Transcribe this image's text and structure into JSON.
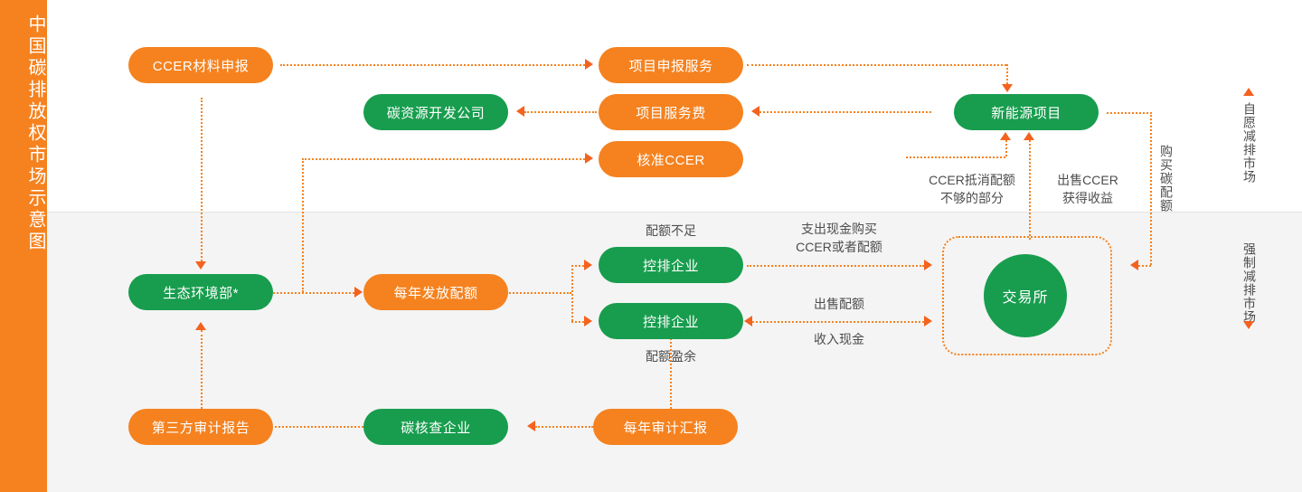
{
  "title": "中国碳排放权市场示意图",
  "markets": {
    "voluntary": {
      "label": "自愿减排市场",
      "arrow": "up-arrow-icon"
    },
    "mandatory": {
      "label": "强制减排市场",
      "arrow": "down-arrow-icon"
    }
  },
  "nodes": {
    "ccer_apply": "CCER材料申报",
    "project_apply_service": "项目申报服务",
    "carbon_dev_company": "碳资源开发公司",
    "project_service_fee": "项目服务费",
    "approved_ccer": "核准CCER",
    "new_energy_project": "新能源项目",
    "moee": "生态环境部*",
    "annual_quota": "每年发放配额",
    "controlled_enterprise_1": "控排企业",
    "controlled_enterprise_2": "控排企业",
    "exchange": "交易所",
    "third_party_audit_report": "第三方审计报告",
    "carbon_verification_company": "碳核查企业",
    "annual_audit_report": "每年审计汇报"
  },
  "edge_labels": {
    "ccer_offset_shortfall": "CCER抵消配额\n不够的部分",
    "sell_ccer_income": "出售CCER\n获得收益",
    "buy_carbon_quota": "购买碳配额",
    "quota_shortage": "配额不足",
    "quota_surplus": "配额盈余",
    "pay_cash_buy": "支出现金购买\nCCER或者配额",
    "sell_quota": "出售配额",
    "receive_cash": "收入现金"
  },
  "colors": {
    "orange": "#f5821f",
    "green": "#189d4e",
    "arrow": "#f4621f",
    "band_top": "#ffffff",
    "band_bottom": "#f4f4f4",
    "label_text": "#4d4d4d"
  }
}
